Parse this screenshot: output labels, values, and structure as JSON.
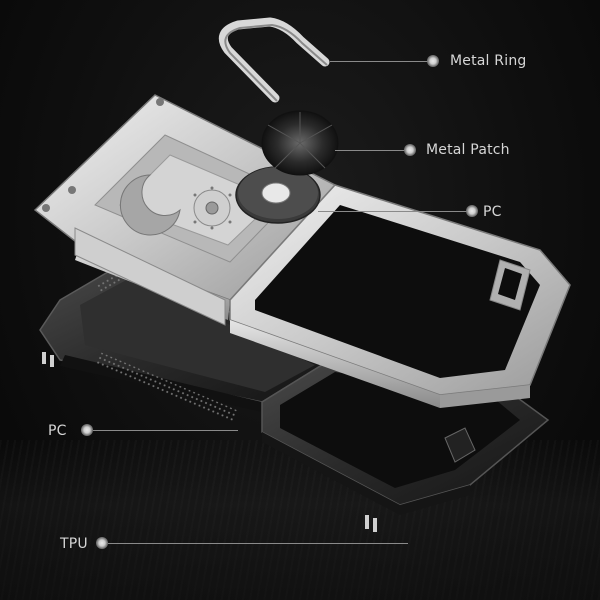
{
  "image": {
    "description": "Exploded view of a rugged foldable phone case with ring holder",
    "background_color": "#0b0b0b",
    "label_color": "#d6d6d6",
    "case_colors": {
      "silver_shell": "#d9d9d9",
      "black_shell": "#2a2a2a",
      "metal_patch": "#1e1e1e"
    }
  },
  "callouts": [
    {
      "id": "metal-ring",
      "label": "Metal Ring"
    },
    {
      "id": "metal-patch",
      "label": "Metal Patch"
    },
    {
      "id": "pc-top",
      "label": "PC"
    },
    {
      "id": "pc-bottom",
      "label": "PC"
    },
    {
      "id": "tpu",
      "label": "TPU"
    }
  ]
}
